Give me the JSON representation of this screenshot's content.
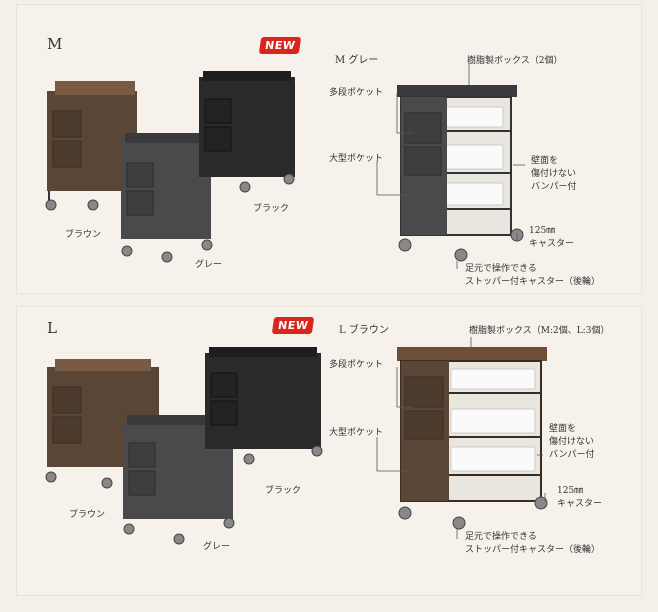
{
  "sections": [
    {
      "size": "M",
      "badge": "NEW",
      "colors": [
        "ブラウン",
        "グレー",
        "ブラック"
      ],
      "detail_title": "M グレー",
      "callouts": {
        "resin_box": "樹脂製ボックス（2個）",
        "multi_pocket": "多段ポケット",
        "large_pocket": "大型ポケット",
        "bumper": "壁面を\n傷付けない\nバンパー付",
        "caster": "125㎜\nキャスター",
        "stopper": "足元で操作できる\nストッパー付キャスター（後輪）"
      }
    },
    {
      "size": "L",
      "badge": "NEW",
      "colors": [
        "ブラウン",
        "グレー",
        "ブラック"
      ],
      "detail_title": "L ブラウン",
      "callouts": {
        "resin_box": "樹脂製ボックス（M:2個、L:3個）",
        "multi_pocket": "多段ポケット",
        "large_pocket": "大型ポケット",
        "bumper": "壁面を\n傷付けない\nバンパー付",
        "caster": "125㎜\nキャスター",
        "stopper": "足元で操作できる\nストッパー付キャスター（後輪）"
      }
    }
  ],
  "colors_hex": {
    "brown": "#5a4636",
    "gray": "#4a4a4c",
    "black": "#2a2a2c",
    "badge": "#d9261c",
    "background": "#f4efe7"
  }
}
